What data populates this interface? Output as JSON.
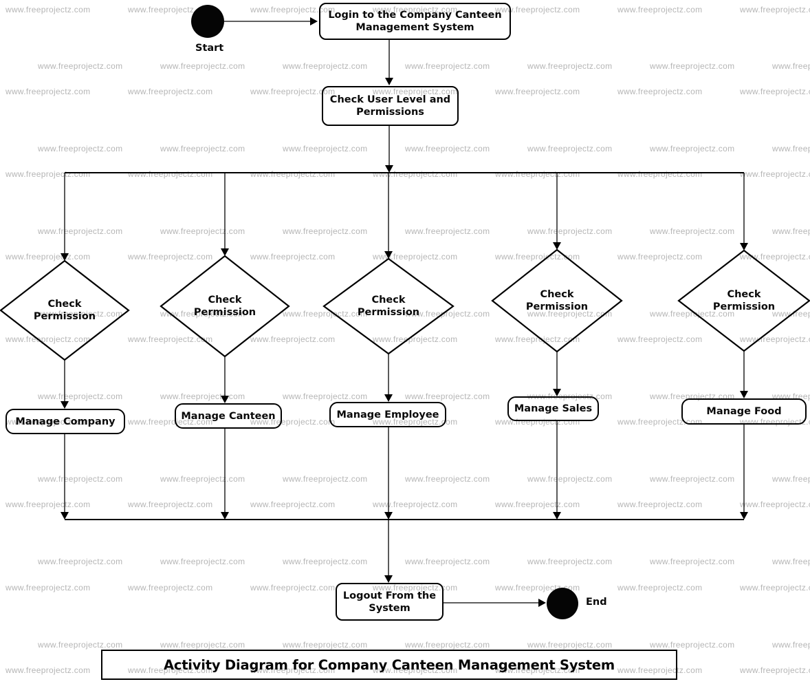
{
  "watermark": {
    "text": "www.freeprojectz.com",
    "color": "#b5b5b5"
  },
  "title": {
    "text": "Activity Diagram for Company Canteen Management System"
  },
  "flow": {
    "start_label": "Start",
    "end_label": "End",
    "login": "Login to the Company Canteen Management System",
    "check_user": "Check User Level and Permissions",
    "decisions": [
      "Check Permission",
      "Check Permission",
      "Check Permission",
      "Check Permission",
      "Check Permission"
    ],
    "activities": [
      "Manage Company",
      "Manage Canteen",
      "Manage Employee",
      "Manage Sales",
      "Manage Food"
    ],
    "logout": "Logout From the System"
  }
}
